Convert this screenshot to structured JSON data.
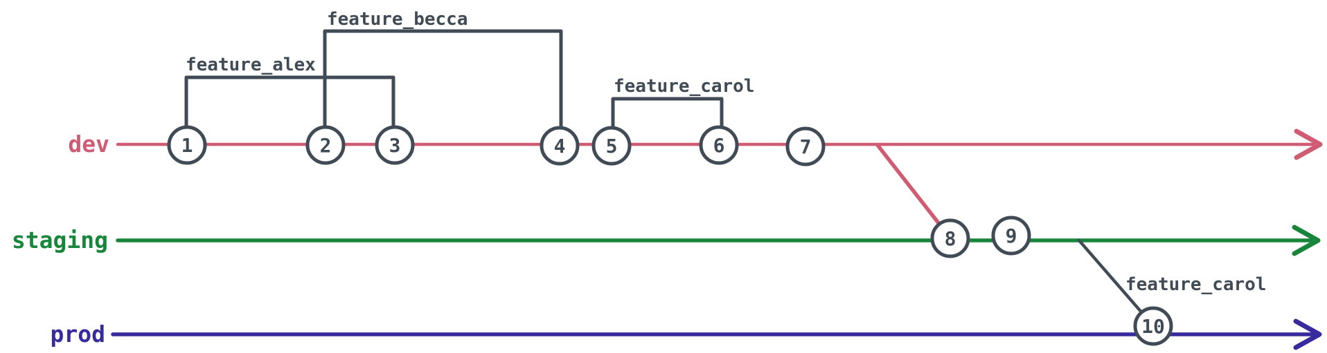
{
  "diagram_type": "git-branch-graph",
  "colors": {
    "dev": "#cf5c72",
    "staging": "#17863a",
    "prod": "#372b9e",
    "node": "#414b56",
    "background": "#ffffff"
  },
  "branches": [
    {
      "name": "dev"
    },
    {
      "name": "staging"
    },
    {
      "name": "prod"
    }
  ],
  "commits": [
    {
      "label": "1",
      "branch": "dev"
    },
    {
      "label": "2",
      "branch": "dev"
    },
    {
      "label": "3",
      "branch": "dev"
    },
    {
      "label": "4",
      "branch": "dev"
    },
    {
      "label": "5",
      "branch": "dev"
    },
    {
      "label": "6",
      "branch": "dev"
    },
    {
      "label": "7",
      "branch": "dev"
    },
    {
      "label": "8",
      "branch": "staging"
    },
    {
      "label": "9",
      "branch": "staging"
    },
    {
      "label": "10",
      "branch": "prod"
    }
  ],
  "feature_brackets": [
    {
      "label": "feature_alex",
      "from_commit": "1",
      "to_commit": "3"
    },
    {
      "label": "feature_becca",
      "from_commit": "2",
      "to_commit": "4"
    },
    {
      "label": "feature_carol",
      "from_commit": "5",
      "to_commit": "6"
    }
  ],
  "branch_links": [
    {
      "label": "",
      "type": "merge",
      "from": "dev",
      "to": "staging",
      "at_commit": "8"
    },
    {
      "label": "feature_carol",
      "type": "branch",
      "from": "staging",
      "to": "prod",
      "at_commit": "10"
    }
  ]
}
